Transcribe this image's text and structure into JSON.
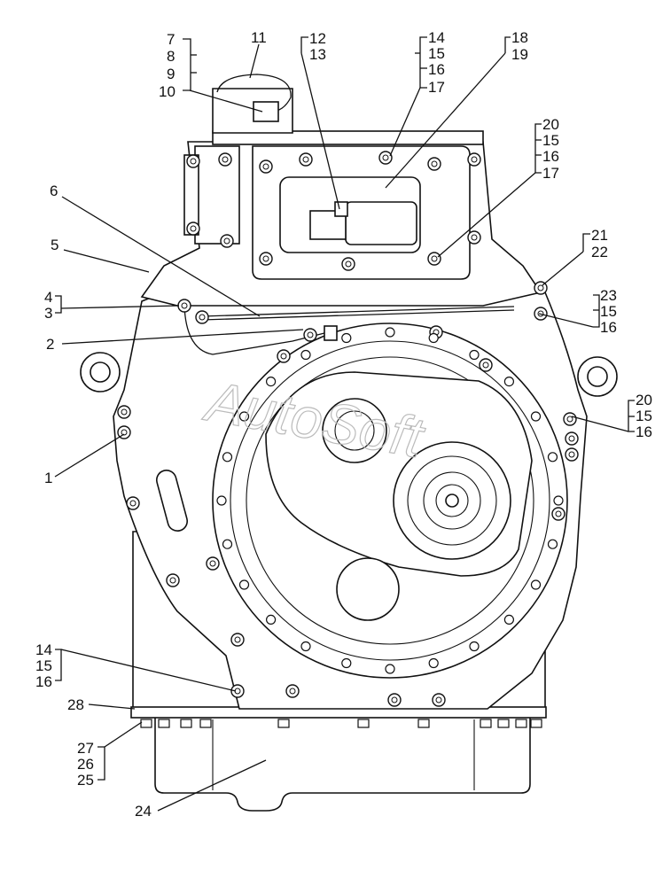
{
  "watermark": "AutoSoft",
  "callouts": {
    "c7": "7",
    "c8": "8",
    "c9": "9",
    "c10": "10",
    "c11": "11",
    "c12": "12",
    "c13": "13",
    "c14a": "14",
    "c15a": "15",
    "c16a": "16",
    "c17a": "17",
    "c18": "18",
    "c19": "19",
    "c20a": "20",
    "c15b": "15",
    "c16b": "16",
    "c17b": "17",
    "c6": "6",
    "c5": "5",
    "c4": "4",
    "c3": "3",
    "c2": "2",
    "c21": "21",
    "c22": "22",
    "c23": "23",
    "c15c": "15",
    "c16c": "16",
    "c20b": "20",
    "c15d": "15",
    "c16d": "16",
    "c1": "1",
    "c14b": "14",
    "c15e": "15",
    "c16e": "16",
    "c28": "28",
    "c27": "27",
    "c26": "26",
    "c25": "25",
    "c24": "24"
  }
}
